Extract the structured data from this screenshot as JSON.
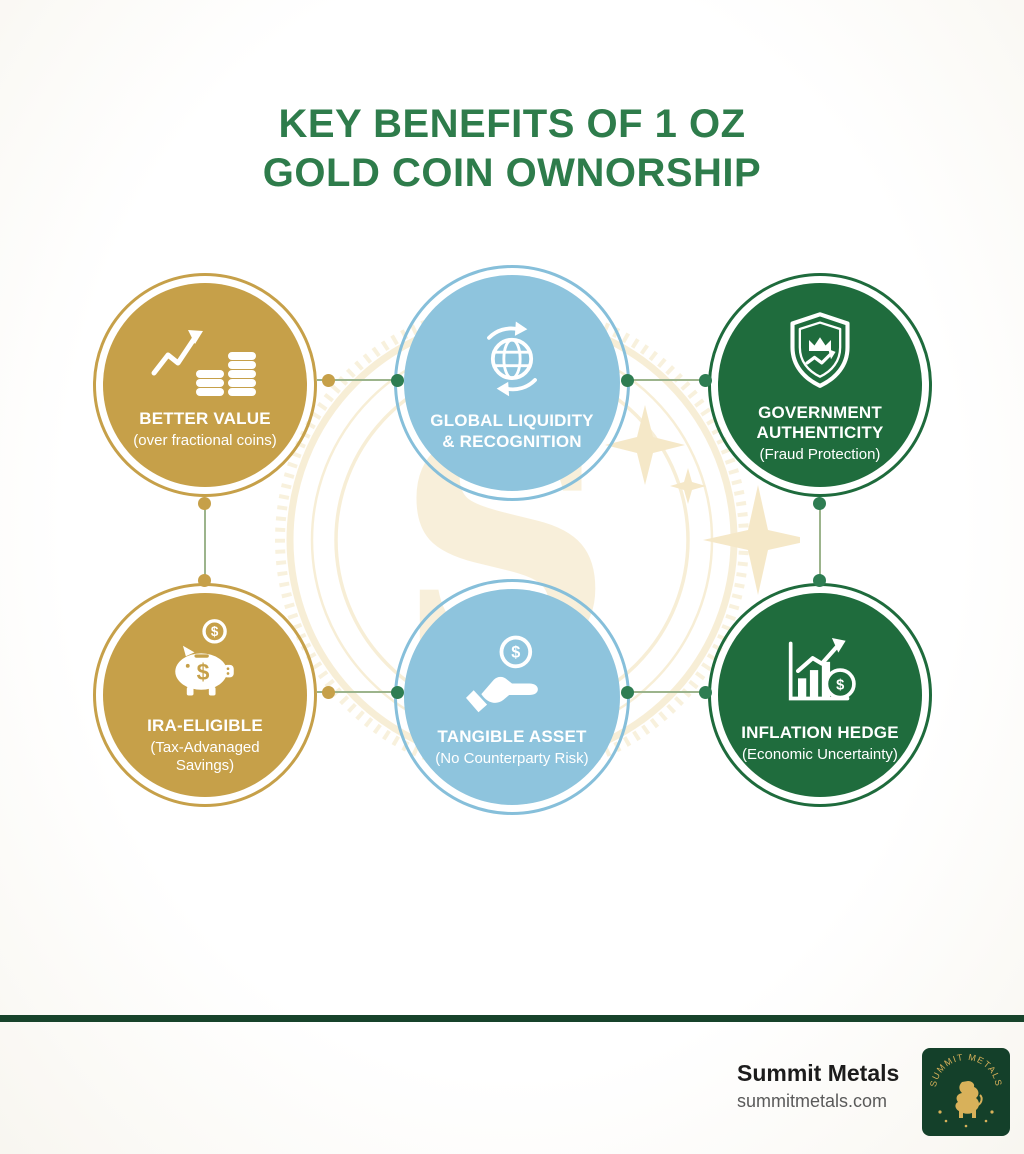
{
  "title": {
    "line1": "KEY BENEFITS OF 1 OZ",
    "line2": "GOLD COIN OWNORSHIP"
  },
  "benefits": [
    {
      "label": "BETTER VALUE",
      "sublabel": "(over fractional coins)",
      "color": "#C6A049",
      "icon": "growth-coins-icon"
    },
    {
      "label": "GLOBAL LIQUIDITY & RECOGNITION",
      "sublabel": "",
      "color": "#8EC4DD",
      "icon": "globe-exchange-icon"
    },
    {
      "label": "GOVERNMENT AUTHENTICITY",
      "sublabel": "(Fraud Protection)",
      "color": "#1F6C3D",
      "icon": "shield-crown-icon"
    },
    {
      "label": "IRA-ELIGIBLE",
      "sublabel": "(Tax-Advanaged Savings)",
      "color": "#C6A049",
      "icon": "piggy-bank-icon"
    },
    {
      "label": "TANGIBLE ASSET",
      "sublabel": "(No Counterparty Risk)",
      "color": "#8EC4DD",
      "icon": "hand-coin-icon"
    },
    {
      "label": "INFLATION HEDGE",
      "sublabel": "(Economic Uncertainty)",
      "color": "#1F6C3D",
      "icon": "chart-dollar-icon"
    }
  ],
  "watermark": {
    "letter": "S"
  },
  "footer": {
    "brand": "Summit Metals",
    "website": "summitmetals.com",
    "logo_text": "SUMMIT METALS"
  },
  "colors": {
    "title_green": "#2E7C4B",
    "gold": "#C6A049",
    "blue": "#8EC4DD",
    "green": "#1F6C3D",
    "divider_green": "#17432B",
    "watermark_gold": "#F3E3BC"
  }
}
